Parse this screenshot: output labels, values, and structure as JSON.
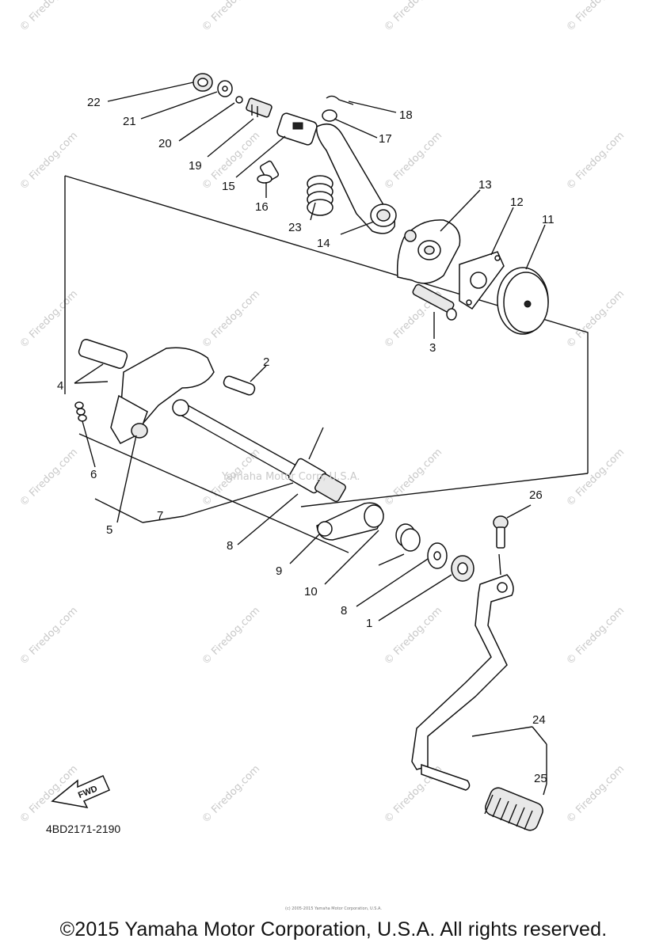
{
  "diagram": {
    "callouts": [
      "22",
      "21",
      "20",
      "19",
      "15",
      "16",
      "23",
      "14",
      "18",
      "17",
      "13",
      "12",
      "11",
      "3",
      "2",
      "4",
      "6",
      "5",
      "7",
      "8",
      "9",
      "10",
      "8",
      "1",
      "26",
      "24",
      "25"
    ],
    "center_watermark": "Yamaha Motor Corp, U.S.A.",
    "site_watermark": "© Firedog.com",
    "fwd_label": "FWD",
    "catalog_code": "4BD2171-2190"
  },
  "footer": {
    "copyright": "©2015 Yamaha Motor Corporation, U.S.A. All rights reserved.",
    "fine_print": "(c) 2005-2015 Yamaha Motor Corporation, U.S.A."
  }
}
